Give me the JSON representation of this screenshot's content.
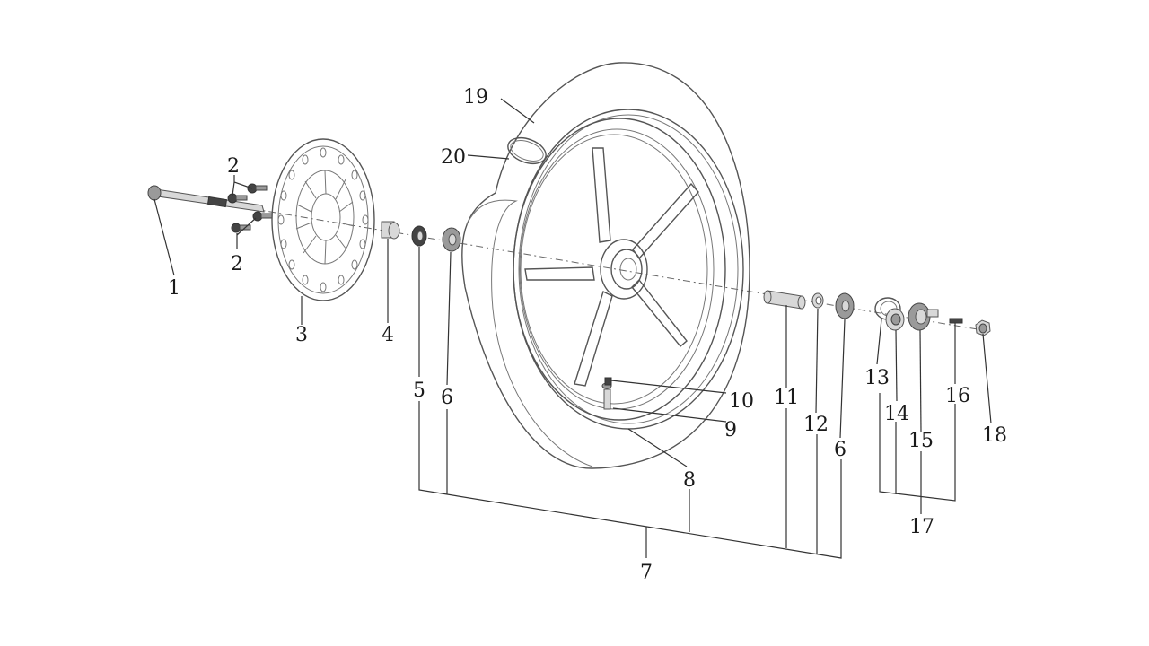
{
  "callouts": {
    "c1": "1",
    "c2a": "2",
    "c2b": "2",
    "c3": "3",
    "c4": "4",
    "c5": "5",
    "c6a": "6",
    "c6b": "6",
    "c7": "7",
    "c8": "8",
    "c9": "9",
    "c10": "10",
    "c11": "11",
    "c12": "12",
    "c13": "13",
    "c14": "14",
    "c15": "15",
    "c16": "16",
    "c17": "17",
    "c18": "18",
    "c19": "19",
    "c20": "20"
  }
}
